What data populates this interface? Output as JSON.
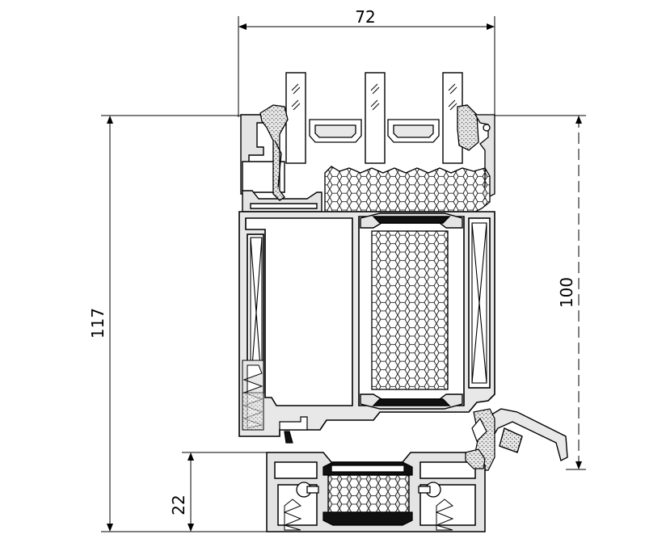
{
  "dimensions": {
    "top_width": "72",
    "left_height": "117",
    "right_height": "100",
    "bottom_left_height": "22"
  }
}
